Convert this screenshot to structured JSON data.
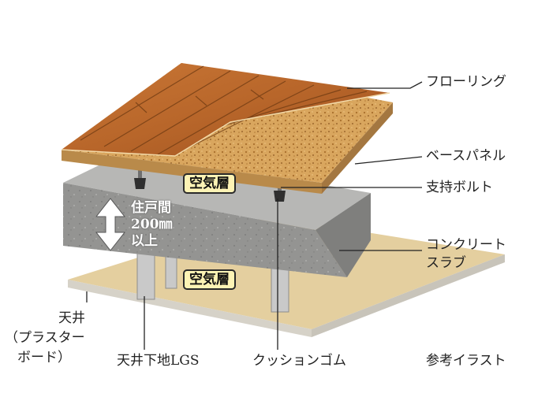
{
  "labels": {
    "flooring": "フローリング",
    "base_panel": "ベースパネル",
    "support_bolt": "支持ボルト",
    "concrete_slab_line1": "コンクリート",
    "concrete_slab_line2": "スラブ",
    "ceiling_line1": "天井",
    "ceiling_line2": "（プラスター",
    "ceiling_line3": "ボード）",
    "ceiling_lgs": "天井下地LGS",
    "cushion_rubber": "クッションゴム",
    "reference_illustration": "参考イラスト"
  },
  "air_layer_upper": "空気層",
  "air_layer_lower": "空気層",
  "floor_gap": {
    "line1": "住戸間",
    "line2": "200㎜",
    "line3": "以上"
  },
  "colors": {
    "wood": "#b8662a",
    "cork": "#d9a65e",
    "concrete": "#9a9a98",
    "ceiling_board": "#e4cf9f",
    "tag_fill": "#fdf3b5"
  }
}
